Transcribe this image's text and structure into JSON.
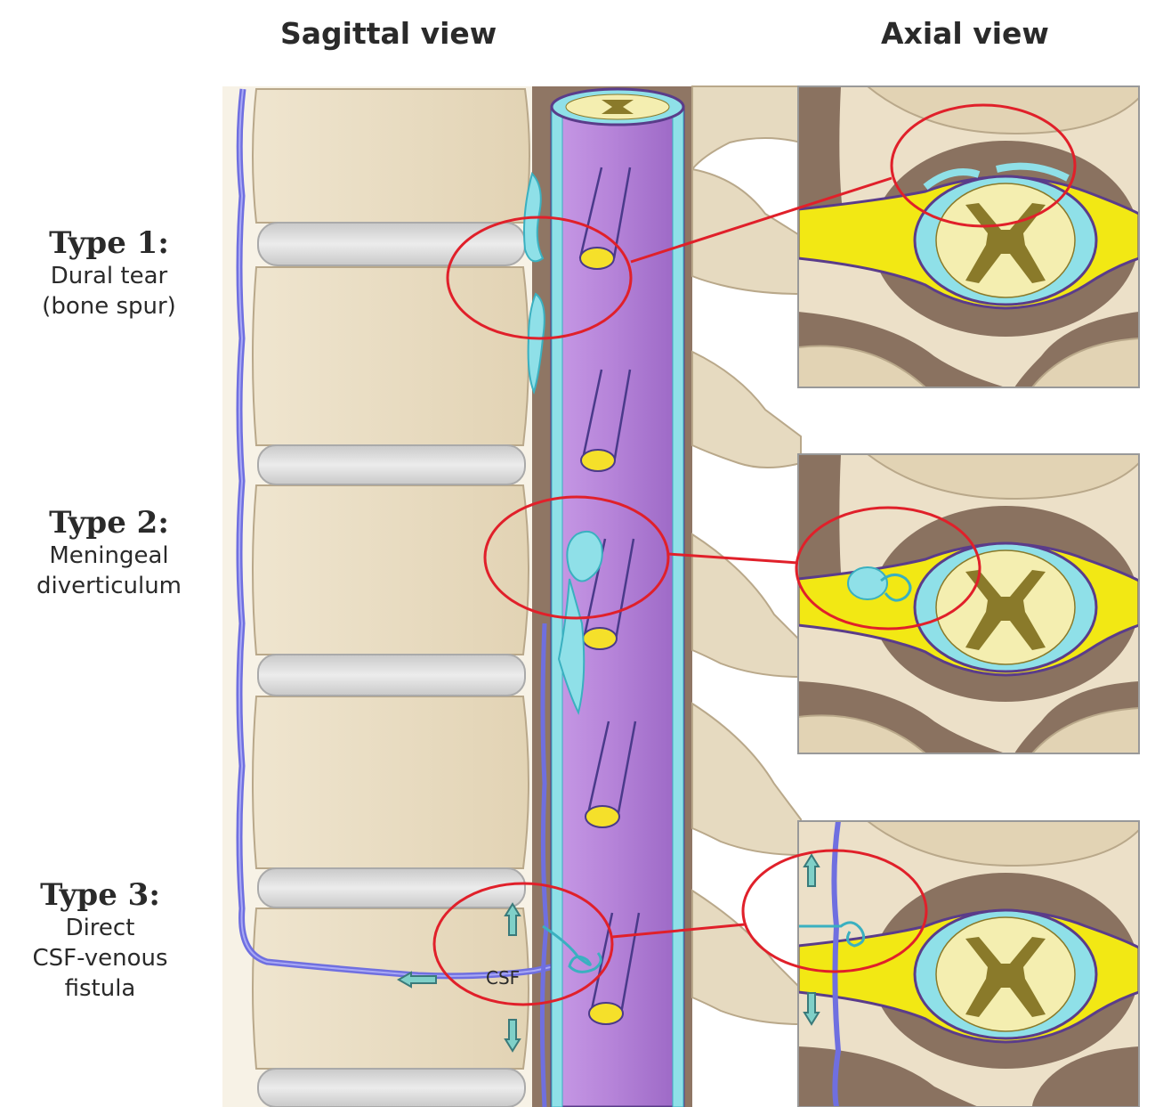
{
  "headings": {
    "sagittal": "Sagittal view",
    "axial": "Axial view"
  },
  "types": [
    {
      "title": "Type 1:",
      "desc_lines": [
        "Dural tear",
        "(bone spur)"
      ]
    },
    {
      "title": "Type 2:",
      "desc_lines": [
        "Meningeal",
        "diverticulum"
      ]
    },
    {
      "title": "Type 3:",
      "desc_lines": [
        "Direct",
        "CSF-venous",
        "fistula"
      ]
    }
  ],
  "csf_label": "CSF",
  "colors": {
    "bone": "#ece0c8",
    "bone_outline": "#b9a88a",
    "disc": "#dcdcdc",
    "vein": "#6f6fe0",
    "dura": "#b07ad6",
    "csf": "#8fe0e8",
    "fat": "#f2e814",
    "cord": "#f4eeb0",
    "grey_matter": "#8a7a2a",
    "tissue": "#8a7260",
    "circle": "#e0202a"
  }
}
